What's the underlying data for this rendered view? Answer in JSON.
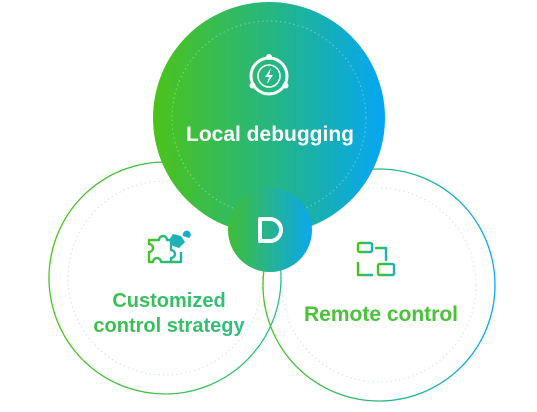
{
  "features": {
    "top": {
      "label": "Local debugging",
      "icon": "lightning-gear-icon"
    },
    "left": {
      "label_line1": "Customized",
      "label_line2": "control strategy",
      "icon": "puzzle-icon"
    },
    "right": {
      "label": "Remote control",
      "icon": "remote-devices-icon"
    },
    "center": {
      "icon": "d-logo-icon"
    }
  },
  "colors": {
    "green": "#46c31e",
    "cyan": "#0aa8f2",
    "white": "#ffffff"
  }
}
